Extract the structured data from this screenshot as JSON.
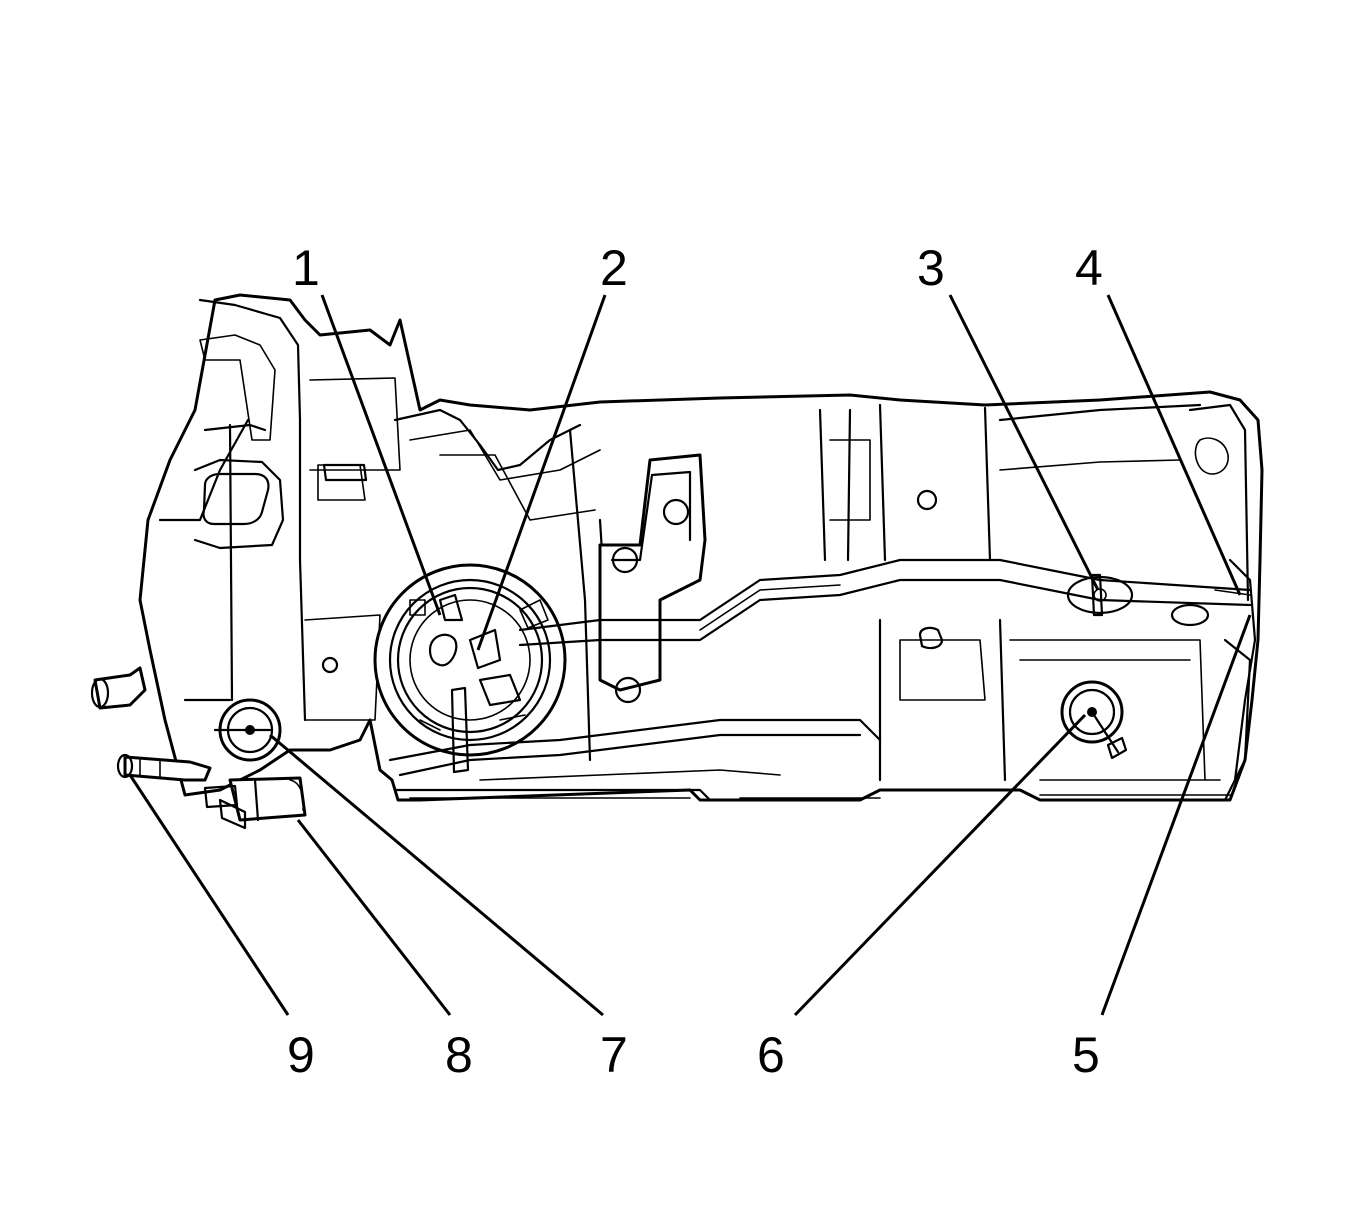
{
  "callouts": [
    {
      "id": 1,
      "label": "1"
    },
    {
      "id": 2,
      "label": "2"
    },
    {
      "id": 3,
      "label": "3"
    },
    {
      "id": 4,
      "label": "4"
    },
    {
      "id": 5,
      "label": "5"
    },
    {
      "id": 6,
      "label": "6"
    },
    {
      "id": 7,
      "label": "7"
    },
    {
      "id": 8,
      "label": "8"
    },
    {
      "id": 9,
      "label": "9"
    }
  ]
}
